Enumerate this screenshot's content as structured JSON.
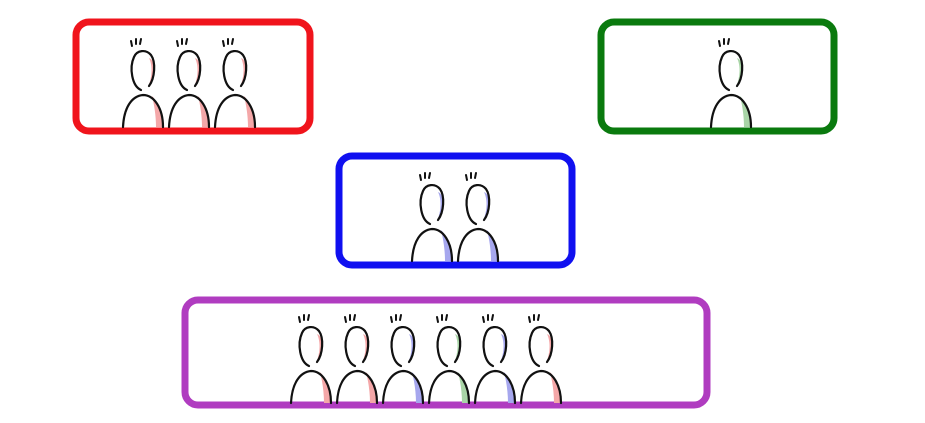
{
  "diagram": {
    "groups": [
      {
        "name": "red-group",
        "border_color": "#f0141c",
        "people": [
          "red",
          "red",
          "red"
        ]
      },
      {
        "name": "green-group",
        "border_color": "#0a7a0e",
        "people": [
          "green"
        ]
      },
      {
        "name": "blue-group",
        "border_color": "#1010f0",
        "people": [
          "blue",
          "blue"
        ]
      },
      {
        "name": "purple-group",
        "border_color": "#b03cc0",
        "people": [
          "red",
          "red",
          "blue",
          "green",
          "blue",
          "red"
        ]
      }
    ],
    "person_shade_colors": {
      "red": "#f4a7a8",
      "green": "#a9d5a7",
      "blue": "#a6a7ee"
    },
    "icon": "person-outline-icon"
  }
}
